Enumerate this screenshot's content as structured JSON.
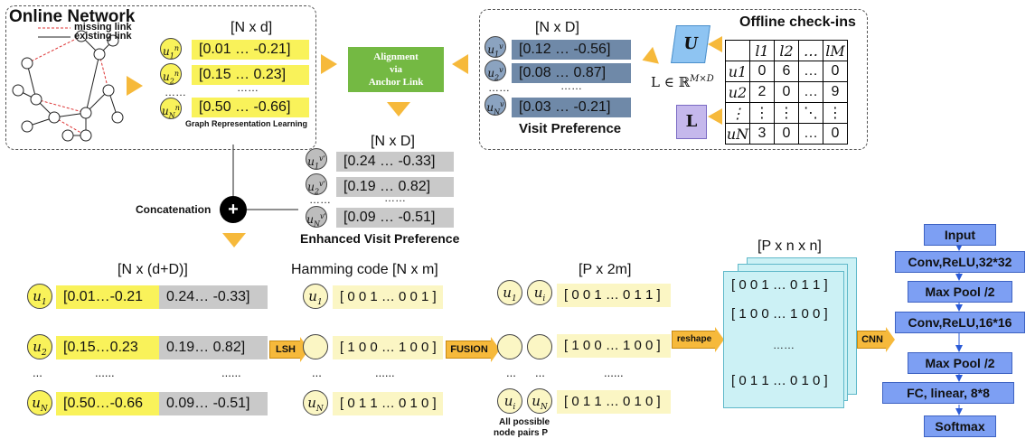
{
  "online": {
    "title": "Online Network",
    "legend_missing": "missing link",
    "legend_existing": "existing link",
    "dim": "[N x d]",
    "rows": [
      {
        "node": "u1n",
        "label": "u",
        "sub": "1",
        "sup": "n",
        "value": "[0.01 … -0.21]"
      },
      {
        "node": "u2n",
        "label": "u",
        "sub": "2",
        "sup": "n",
        "value": "[0.15 … 0.23]"
      },
      {
        "node": "uNn",
        "label": "u",
        "sub": "N",
        "sup": "n",
        "value": "[0.50 … -0.66]"
      }
    ],
    "dots": "……",
    "caption": "Graph Representation Learning"
  },
  "alignment": {
    "label_line1": "Alignment",
    "label_line2": "via",
    "label_line3": "Anchor Link"
  },
  "visit": {
    "dim": "[N x D]",
    "rows": [
      {
        "label": "u",
        "sub": "1",
        "sup": "v",
        "value": "[0.12 … -0.56]"
      },
      {
        "label": "u",
        "sub": "2",
        "sup": "v",
        "value": "[0.08 … 0.87]"
      },
      {
        "label": "u",
        "sub": "N",
        "sup": "v",
        "value": "[0.03 … -0.21]"
      }
    ],
    "dots": "……",
    "caption": "Visit Preference"
  },
  "offline": {
    "title": "Offline check-ins",
    "U": "U",
    "L": "L",
    "formula": "L ∈ ℝ",
    "formula_sup": "M×D",
    "header": [
      "",
      "l1",
      "l2",
      "…",
      "lM"
    ],
    "rows": [
      [
        "u1",
        "0",
        "6",
        "…",
        "0"
      ],
      [
        "u2",
        "2",
        "0",
        "…",
        "9"
      ],
      [
        "⋮",
        "⋮",
        "⋮",
        "⋱",
        "⋮"
      ],
      [
        "uN",
        "3",
        "0",
        "…",
        "0"
      ]
    ]
  },
  "enhanced": {
    "dim": "[N x D]",
    "rows": [
      {
        "label": "u",
        "sub": "1",
        "sup": "v",
        "value": "[0.24 … -0.33]"
      },
      {
        "label": "u",
        "sub": "2",
        "sup": "v",
        "value": "[0.19 … 0.82]"
      },
      {
        "label": "u",
        "sub": "N",
        "sup": "v",
        "value": "[0.09 … -0.51]"
      }
    ],
    "dots": "……",
    "caption": "Enhanced Visit Preference"
  },
  "concat": {
    "label": "Concatenation",
    "symbol": "+"
  },
  "combined": {
    "dim": "[N x (d+D)]",
    "rows": [
      {
        "label": "u",
        "sub": "1",
        "left": "[0.01…-0.21",
        "right": "0.24… -0.33]"
      },
      {
        "label": "u",
        "sub": "2",
        "left": "[0.15…0.23",
        "right": "0.19… 0.82]"
      },
      {
        "label": "u",
        "sub": "N",
        "left": "[0.50…-0.66",
        "right": "0.09… -0.51]"
      }
    ],
    "dots_a": "...",
    "dots_b": "......",
    "dots_c": "......"
  },
  "lsh": {
    "label": "LSH"
  },
  "hamming": {
    "dim": "Hamming code [N x m]",
    "rows": [
      {
        "label": "u",
        "sub": "1",
        "value": "[ 0 0 1 … 0 0 1 ]"
      },
      {
        "label": "",
        "sub": "",
        "value": "[ 1 0 0 … 1 0 0 ]"
      },
      {
        "label": "u",
        "sub": "N",
        "value": "[ 0 1 1 … 0 1 0 ]"
      }
    ],
    "dots_a": "...",
    "dots_b": "......"
  },
  "fusion": {
    "label": "FUSION"
  },
  "pairs": {
    "dim": "[P x 2m]",
    "rows": [
      {
        "a": "u",
        "asub": "1",
        "b": "u",
        "bsub": "i",
        "value": "[ 0 0 1   …   0 1 1 ]"
      },
      {
        "a": "",
        "asub": "",
        "b": "",
        "bsub": "",
        "value": "[ 1 0 0 … 1 0 0 ]"
      },
      {
        "a": "u",
        "asub": "i",
        "b": "u",
        "bsub": "N",
        "value": "[ 0 1 1 … 0 1 0 ]"
      }
    ],
    "dots_a": "...",
    "dots_b": "...",
    "dots_c": "......",
    "caption_line1": "All possible",
    "caption_line2": "node pairs P"
  },
  "reshape": {
    "label": "reshape"
  },
  "tensor": {
    "dim": "[P x n x n]",
    "rows": [
      "[ 0 0 1   …   0 1 1 ]",
      "[ 1 0 0 … 1 0 0 ]",
      "……",
      "[ 0 1 1 … 0 1 0 ]"
    ]
  },
  "cnn": {
    "label": "CNN",
    "layers": [
      "Input",
      "Conv,ReLU,32*32",
      "Max Pool /2",
      "Conv,ReLU,16*16",
      "Max Pool /2",
      "FC, linear, 8*8",
      "Softmax"
    ]
  }
}
